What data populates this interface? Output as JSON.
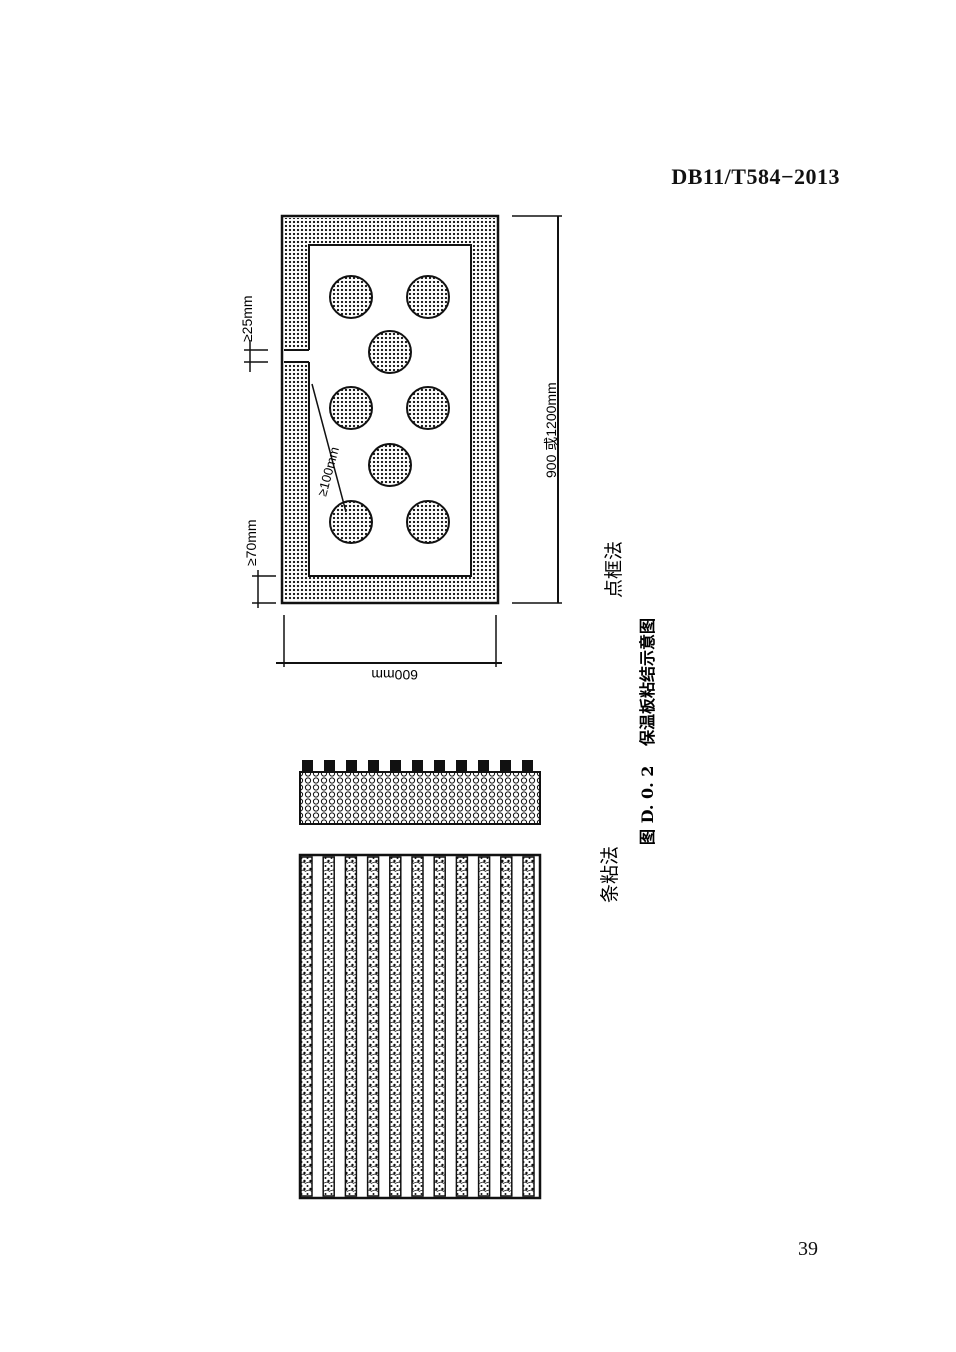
{
  "header": {
    "doc_code": "DB11/T584−2013"
  },
  "figure": {
    "caption_number": "图 D. 0. 2",
    "caption_title": "保温板粘结示意图",
    "point_frame": {
      "label": "点框法",
      "dim_width": "600mm",
      "dim_height": "900 或1200mm",
      "dim_edge": "≥70mm",
      "dim_gap": "≥25mm",
      "dim_dot": "≥100mm"
    },
    "strip": {
      "label": "条粘法"
    }
  },
  "footer": {
    "page_number": "39"
  }
}
